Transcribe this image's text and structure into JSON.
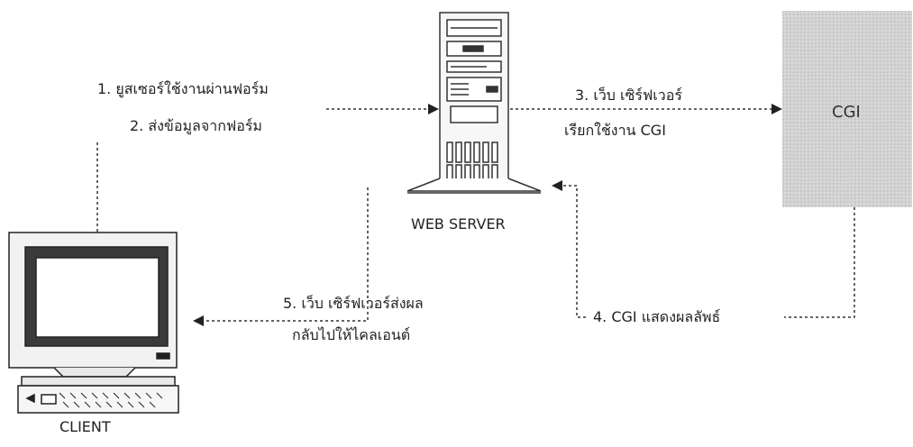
{
  "diagram": {
    "steps": {
      "step1": "1. ยูสเซอร์ใช้งานผ่านฟอร์ม",
      "step2": "2. ส่งข้อมูลจากฟอร์ม",
      "step3_line1": "3. เว็บ เซิร์ฟเวอร์",
      "step3_line2": "เรียกใช้งาน CGI",
      "step4": "4. CGI แสดงผลลัพธ์",
      "step5_line1": "5. เว็บ เซิร์ฟเวอร์ส่งผล",
      "step5_line2": "กลับไปให้ไคลเอนต์"
    },
    "nodes": {
      "client": "CLIENT",
      "web_server": "WEB SERVER",
      "cgi": "CGI"
    },
    "colors": {
      "line": "#333333",
      "cgi_box": "#d4d4d4"
    }
  }
}
